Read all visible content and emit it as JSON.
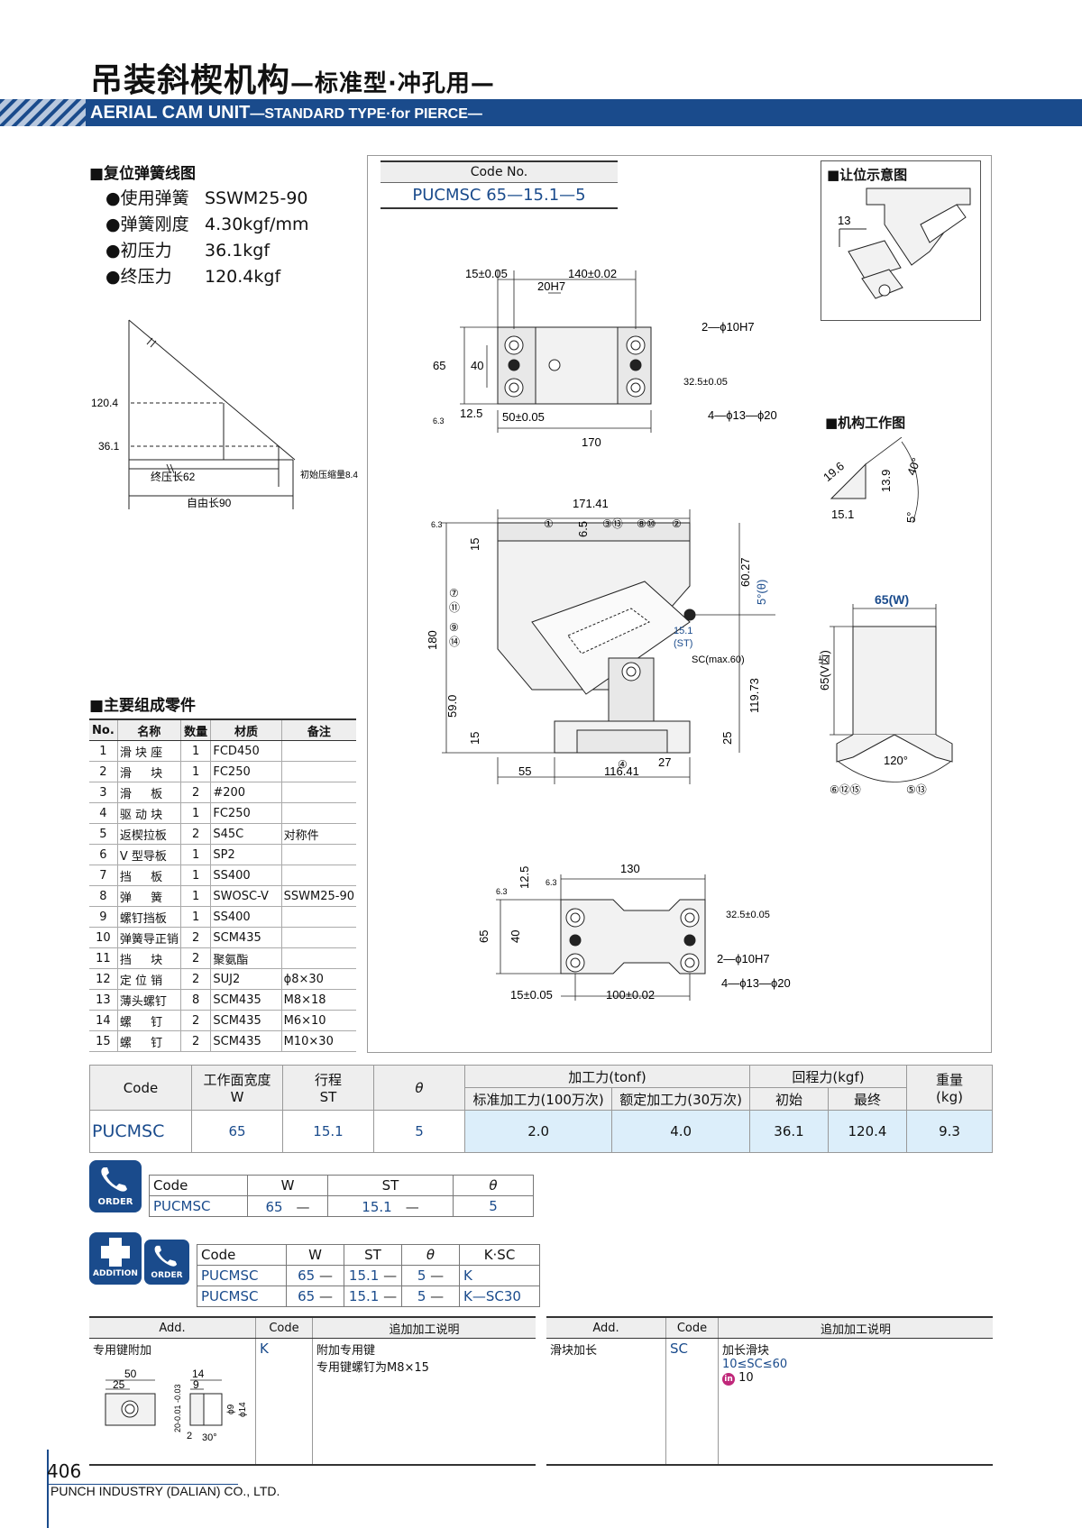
{
  "header": {
    "title_cn": "吊装斜楔机构",
    "title_cn_suffix": "—标准型·冲孔用—",
    "title_en": "AERIAL CAM UNIT",
    "title_en_suffix": "—STANDARD TYPE·for PIERCE—"
  },
  "spring_section": {
    "heading": "■复位弹簧线图",
    "specs": [
      {
        "label": "●使用弹簧",
        "value": "SSWM25-90"
      },
      {
        "label": "●弹簧刚度",
        "value": "4.30kgf/mm"
      },
      {
        "label": "●初压力",
        "value": "36.1kgf"
      },
      {
        "label": "●终压力",
        "value": "120.4kgf"
      }
    ],
    "graph": {
      "y_labels": [
        "120.4",
        "36.1"
      ],
      "dim_final": "终压长62",
      "dim_initial": "初始压缩量8.4",
      "dim_free": "自由长90"
    }
  },
  "code_box": {
    "header": "Code No.",
    "value": "PUCMSC 65—15.1—5"
  },
  "clearance": {
    "heading": "■让位示意图",
    "dim": "13"
  },
  "work_diagram": {
    "heading": "■机构工作图",
    "dims": [
      "19.6",
      "13.9",
      "40°",
      "15.1",
      "5°"
    ]
  },
  "top_view": {
    "dims": [
      "15±0.05",
      "140±0.02",
      "20H7",
      "2—ϕ10H7",
      "65",
      "40",
      "32.5±0.05",
      "12.5",
      "50±0.05",
      "4—ϕ13—ϕ20",
      "170",
      "6.3"
    ]
  },
  "side_view": {
    "dims": [
      "171.41",
      "6.5",
      "15",
      "180",
      "60.27",
      "5°(θ)",
      "15.1",
      "(ST)",
      "SC(max.60)",
      "119.73",
      "59.0",
      "15",
      "25",
      "27",
      "55",
      "116.41",
      "6.3"
    ],
    "callouts": [
      "①",
      "③⑬",
      "⑧⑩",
      "②",
      "⑦",
      "⑪",
      "⑨",
      "⑭",
      "④"
    ]
  },
  "front_view": {
    "dims": [
      "65(W)",
      "65(V齿)",
      "120°"
    ],
    "callouts": [
      "⑥⑫⑮",
      "⑤⑬"
    ]
  },
  "bottom_view": {
    "dims": [
      "130",
      "6.3",
      "12.5",
      "6.3",
      "65",
      "40",
      "32.5±0.05",
      "2—ϕ10H7",
      "4—ϕ13—ϕ20",
      "15±0.05",
      "100±0.02"
    ]
  },
  "parts_section": {
    "heading": "■主要组成零件",
    "columns": [
      "No.",
      "名称",
      "数量",
      "材质",
      "备注"
    ],
    "rows": [
      [
        "1",
        "滑 块 座",
        "1",
        "FCD450",
        ""
      ],
      [
        "2",
        "滑 　 块",
        "1",
        "FC250",
        ""
      ],
      [
        "3",
        "滑 　 板",
        "2",
        "#200",
        ""
      ],
      [
        "4",
        "驱 动 块",
        "1",
        "FC250",
        ""
      ],
      [
        "5",
        "返楔拉板",
        "2",
        "S45C",
        "对称件"
      ],
      [
        "6",
        "V 型导板",
        "1",
        "SP2",
        ""
      ],
      [
        "7",
        "挡 　 板",
        "1",
        "SS400",
        ""
      ],
      [
        "8",
        "弹 　 簧",
        "1",
        "SWOSC-V",
        "SSWM25-90"
      ],
      [
        "9",
        "螺钉挡板",
        "1",
        "SS400",
        ""
      ],
      [
        "10",
        "弹簧导正销",
        "2",
        "SCM435",
        ""
      ],
      [
        "11",
        "挡 　 块",
        "2",
        "聚氨酯",
        ""
      ],
      [
        "12",
        "定 位 销",
        "2",
        "SUJ2",
        "ϕ8×30"
      ],
      [
        "13",
        "薄头螺钉",
        "8",
        "SCM435",
        "M8×18"
      ],
      [
        "14",
        "螺 　 钉",
        "2",
        "SCM435",
        "M6×10"
      ],
      [
        "15",
        "螺 　 钉",
        "2",
        "SCM435",
        "M10×30"
      ]
    ]
  },
  "spec_table": {
    "h_code": "Code",
    "h_width": "工作面宽度",
    "h_width_sym": "W",
    "h_stroke": "行程",
    "h_stroke_sym": "ST",
    "h_theta": "θ",
    "h_force": "加工力(tonf)",
    "h_force_std": "标准加工力(100万次)",
    "h_force_rated": "额定加工力(30万次)",
    "h_return": "回程力(kgf)",
    "h_return_init": "初始",
    "h_return_final": "最终",
    "h_weight": "重量",
    "h_weight_unit": "(kg)",
    "row": {
      "code": "PUCMSC",
      "w": "65",
      "st": "15.1",
      "theta": "5",
      "std": "2.0",
      "rated": "4.0",
      "init": "36.1",
      "final": "120.4",
      "weight": "9.3"
    }
  },
  "order": {
    "badge": "ORDER",
    "headers": [
      "Code",
      "W",
      "ST",
      "θ"
    ],
    "row": [
      "PUCMSC",
      "65",
      "—",
      "15.1",
      "—",
      "5"
    ]
  },
  "addition": {
    "badge_add": "ADDITION",
    "badge_order": "ORDER",
    "headers": [
      "Code",
      "W",
      "ST",
      "θ",
      "K·SC"
    ],
    "rows": [
      [
        "PUCMSC",
        "65",
        "—",
        "15.1",
        "—",
        "5",
        "—",
        "K"
      ],
      [
        "PUCMSC",
        "65",
        "—",
        "15.1",
        "—",
        "5",
        "—",
        "K—SC30"
      ]
    ]
  },
  "add_tables": {
    "left": {
      "headers": [
        "Add.",
        "Code",
        "追加加工说明"
      ],
      "name": "专用键附加",
      "code": "K",
      "desc": [
        "附加专用键",
        "专用键螺钉为M8×15"
      ],
      "dims": [
        "50",
        "25",
        "14",
        "9",
        "20-0.01\n-0.03",
        "2",
        "30°",
        "ϕ9",
        "ϕ14"
      ]
    },
    "right": {
      "headers": [
        "Add.",
        "Code",
        "追加加工说明"
      ],
      "name": "滑块加长",
      "code": "SC",
      "desc": [
        "加长滑块",
        "10≤SC≤60"
      ],
      "inc_badge": "in",
      "inc_value": "10"
    }
  },
  "footer": {
    "page": "406",
    "company": "PUNCH INDUSTRY (DALIAN) CO., LTD."
  },
  "colors": {
    "brand": "#1a4b8c",
    "highlight": "#dceefa"
  }
}
